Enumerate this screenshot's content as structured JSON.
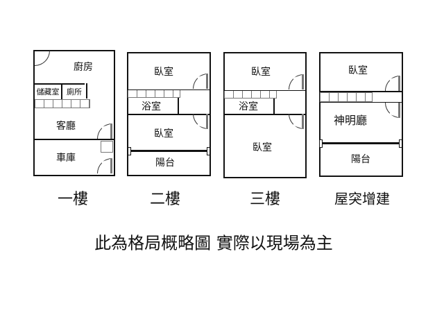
{
  "floors": [
    {
      "title": "一樓",
      "rooms": [
        "廚房",
        "儲藏室",
        "廁所",
        "客廳",
        "車庫"
      ]
    },
    {
      "title": "二樓",
      "rooms": [
        "臥室",
        "浴室",
        "臥室",
        "陽台"
      ]
    },
    {
      "title": "三樓",
      "rooms": [
        "臥室",
        "浴室",
        "臥室"
      ]
    },
    {
      "title": "屋突增建",
      "rooms": [
        "臥室",
        "神明廳",
        "陽台"
      ]
    }
  ],
  "caption": "此為格局概略圖 實際以現場為主"
}
